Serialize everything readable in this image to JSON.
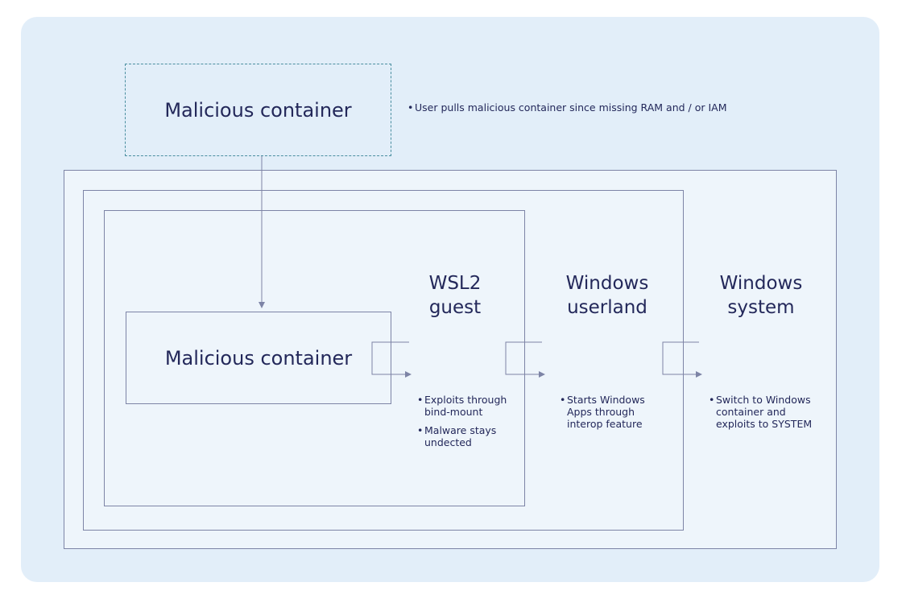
{
  "top_container": {
    "title": "Malicious container",
    "note": "User pulls malicious container  since missing RAM and / or IAM"
  },
  "inner_container": {
    "title": "Malicious container"
  },
  "wsl2": {
    "heading": "WSL2\nguest",
    "notes": [
      "Exploits through bind-mount",
      "Malware stays undected"
    ]
  },
  "userland": {
    "heading": "Windows\nuserland",
    "notes": [
      "Starts Windows Apps through interop feature"
    ]
  },
  "system": {
    "heading": "Windows\nsystem",
    "notes": [
      "Switch to Windows container and exploits to SYSTEM"
    ]
  },
  "colors": {
    "panel": "#e2eef9",
    "box": "#eef5fb",
    "line": "#7d84a6",
    "dashed": "#4a8ea0",
    "text": "#23285a"
  }
}
